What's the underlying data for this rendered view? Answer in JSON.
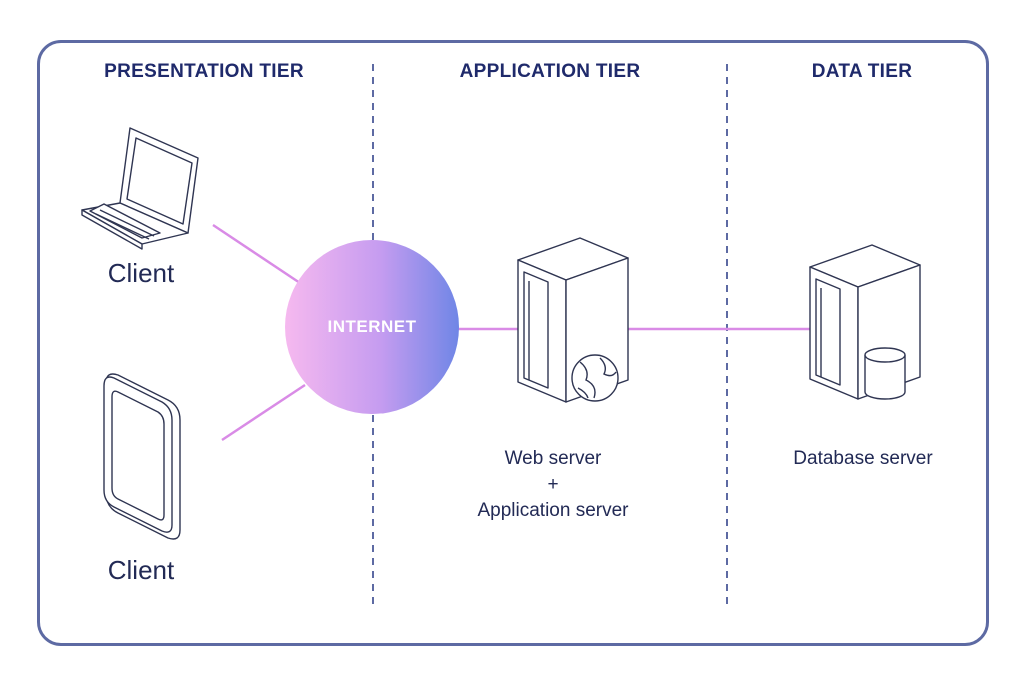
{
  "tiers": {
    "presentation": "PRESENTATION TIER",
    "application": "APPLICATION TIER",
    "data": "DATA TIER"
  },
  "internet_label": "INTERNET",
  "clients": {
    "laptop_label": "Client",
    "phone_label": "Client"
  },
  "servers": {
    "web_line1": "Web server",
    "web_line2": "+",
    "web_line3": "Application server",
    "database": "Database server"
  },
  "colors": {
    "frame": "#5d6aa3",
    "title": "#1f2a6b",
    "connector": "#d98be6",
    "internet_gradient": [
      "#f6b9ef",
      "#c59cf0",
      "#6f86e6"
    ],
    "icon_stroke": "#2f3552"
  },
  "icons": [
    "laptop-icon",
    "smartphone-icon",
    "web-server-icon",
    "globe-icon",
    "database-server-icon",
    "database-cylinder-icon"
  ]
}
